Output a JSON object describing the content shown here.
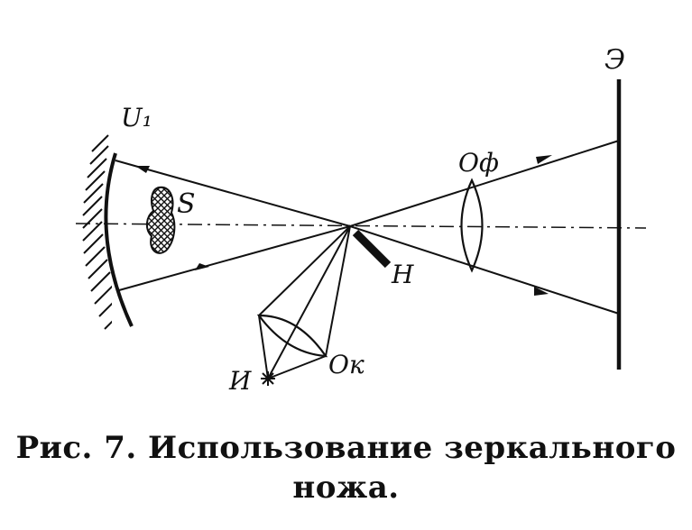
{
  "figure": {
    "labels": {
      "mirror": "U₁",
      "object": "S",
      "screen": "Э",
      "objective": "Oф",
      "knife": "H",
      "source": "И",
      "condenser": "Oк"
    }
  },
  "caption": {
    "line1": "Рис. 7. Использование зеркального",
    "line2": "ножа."
  },
  "colors": {
    "ink": "#111111",
    "background": "#ffffff"
  }
}
